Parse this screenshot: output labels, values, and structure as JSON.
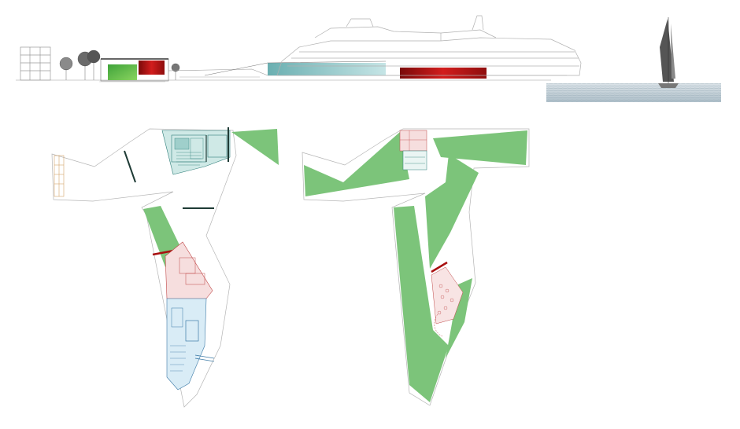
{
  "drawing": {
    "type": "architectural presentation sheet",
    "views": [
      "elevation",
      "plan-lower",
      "plan-upper"
    ],
    "colors": {
      "landscape_green": "#7cc47a",
      "interior_teal": "#cfe9e6",
      "interior_teal_line": "#2f7f7a",
      "interior_pink": "#f6dede",
      "interior_pink_line": "#c04848",
      "interior_blue": "#d9ecf6",
      "interior_blue_line": "#3b79a6",
      "accent_red": "#a80f0f",
      "wall_dark": "#1e3b35",
      "outline": "#b5b5b5",
      "sea": "#c6d2d9",
      "fin_orange": "#d4a36a"
    }
  }
}
